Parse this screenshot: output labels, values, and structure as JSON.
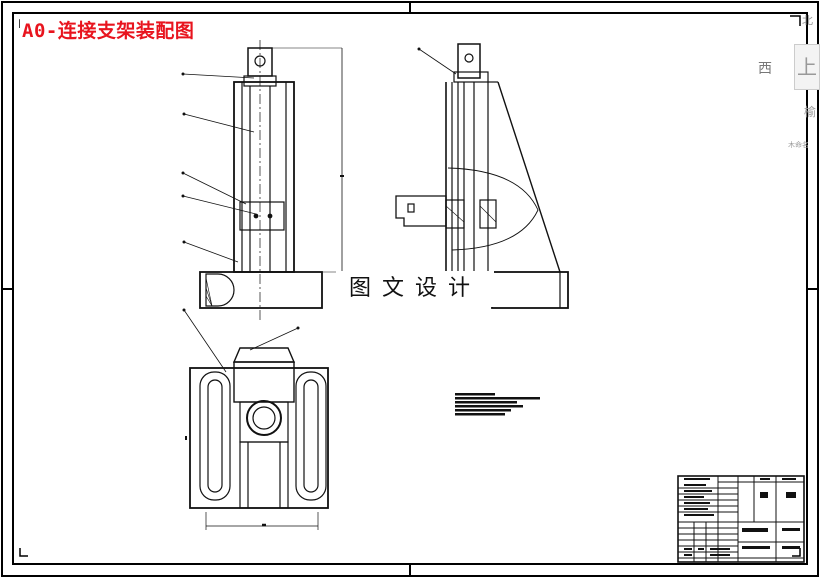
{
  "drawing": {
    "title": "A0-连接支架装配图",
    "watermark": "图文设计"
  },
  "side_glyphs": {
    "g1": "西",
    "g2": "北",
    "g3": "榆",
    "g4": "木命名",
    "g5": "上"
  },
  "colors": {
    "title": "#e8141e",
    "line": "#111111",
    "frame": "#000000"
  }
}
